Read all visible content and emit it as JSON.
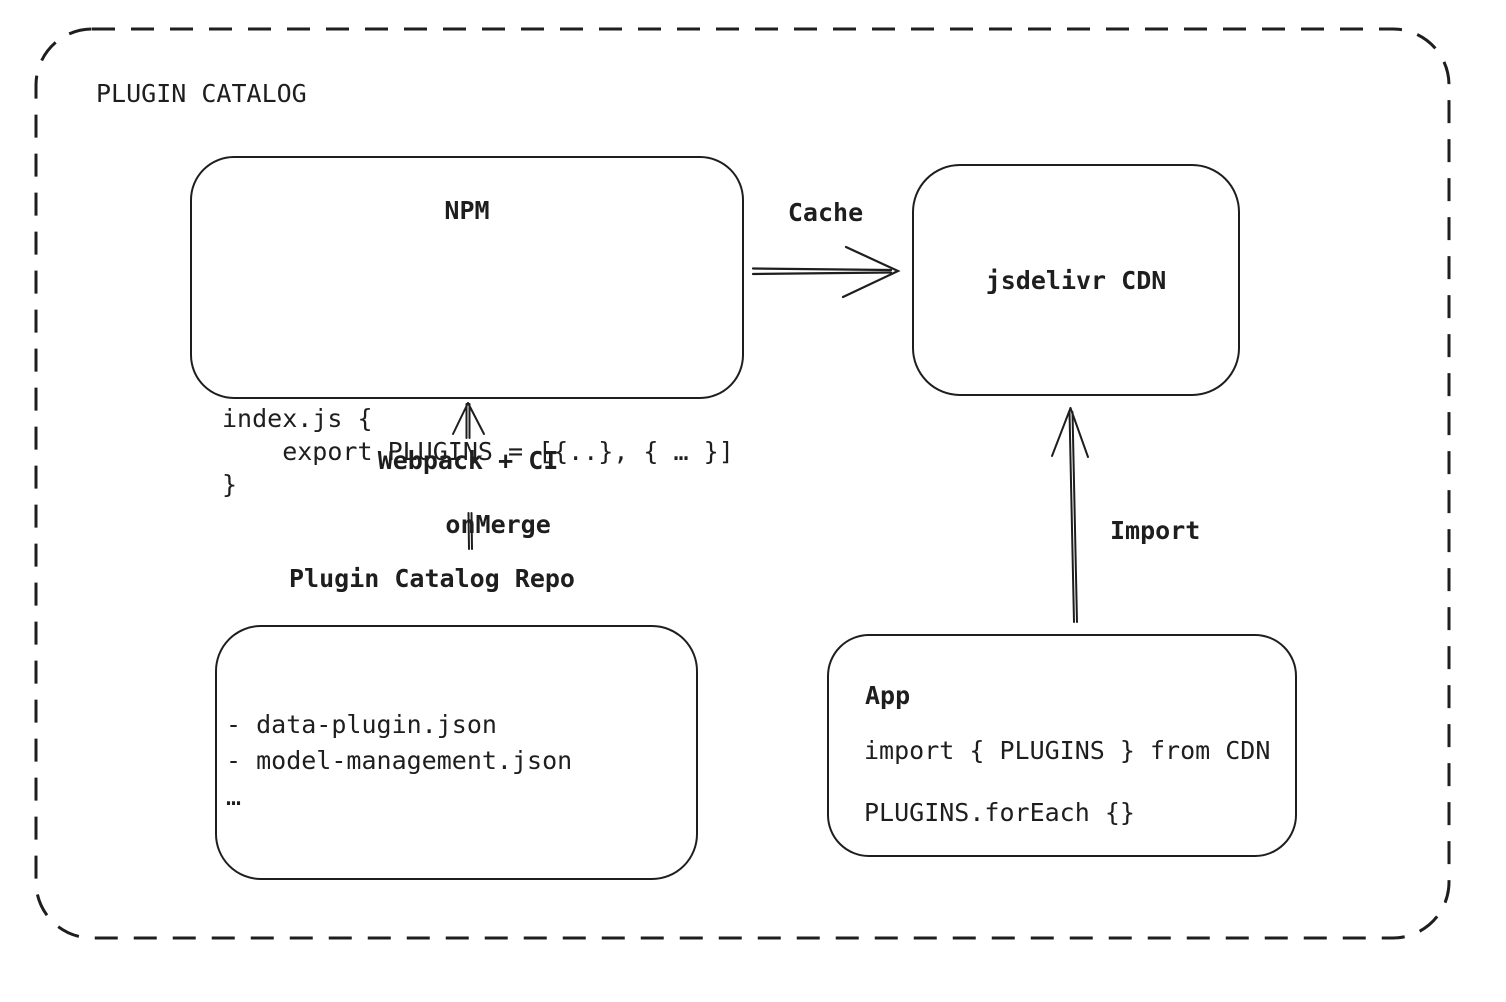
{
  "colors": {
    "ink": "#1e1e1e",
    "background": "#ffffff"
  },
  "catalog": {
    "title": "PLUGIN CATALOG"
  },
  "nodes": {
    "npm": {
      "title": "NPM",
      "code": [
        "index.js {",
        "    export PLUGINS = [{..}, { … }]",
        "}"
      ]
    },
    "cdn": {
      "label": "jsdelivr CDN"
    },
    "repo": {
      "title": "Plugin Catalog Repo",
      "files": [
        "- data-plugin.json",
        "- model-management.json",
        "…"
      ]
    },
    "app": {
      "title": "App",
      "code": [
        "import { PLUGINS } from CDN",
        "PLUGINS.forEach {}"
      ]
    }
  },
  "edges": {
    "cache": {
      "label": "Cache",
      "from": "npm",
      "to": "cdn"
    },
    "build": {
      "label": "Webpack + CI",
      "label2": "onMerge",
      "from": "repo",
      "to": "npm"
    },
    "import": {
      "label": "Import",
      "from": "app",
      "to": "cdn"
    }
  }
}
